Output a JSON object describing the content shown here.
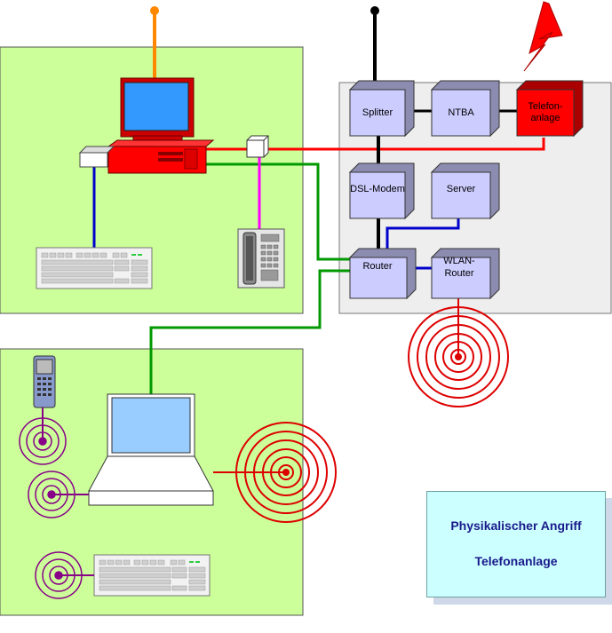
{
  "nodes": {
    "splitter": "Splitter",
    "ntba": "NTBA",
    "telefonanlage": [
      "Telefon-",
      "anlage"
    ],
    "dsl_modem": "DSL-Modem",
    "server": "Server",
    "router": "Router",
    "wlan_router": [
      "WLAN-",
      "Router"
    ]
  },
  "title_box": {
    "line1": "Physikalischer Angriff",
    "line2": "Telefonanlage"
  },
  "colors": {
    "zone_fill": "#ccff99",
    "hub_fill": "#eeeeee",
    "box_fill": "#ccccff",
    "telefonanlage_fill": "#ff0000",
    "wire_red": "#ff0000",
    "wire_green": "#009900",
    "wire_blue": "#0000cc",
    "wire_black": "#000000",
    "wire_magenta": "#ff00ff",
    "wire_orange": "#ff8800",
    "radio_red": "#dd0000",
    "radio_purple": "#880088",
    "title_text": "#1a1a8c",
    "title_fill": "#ccffff"
  },
  "icons": [
    "desktop-computer-icon",
    "keyboard-icon",
    "phone-handset-icon",
    "mobile-phone-icon",
    "laptop-icon",
    "wlan-radio-waves-icon",
    "lightning-bolt-icon",
    "antenna-icon"
  ]
}
